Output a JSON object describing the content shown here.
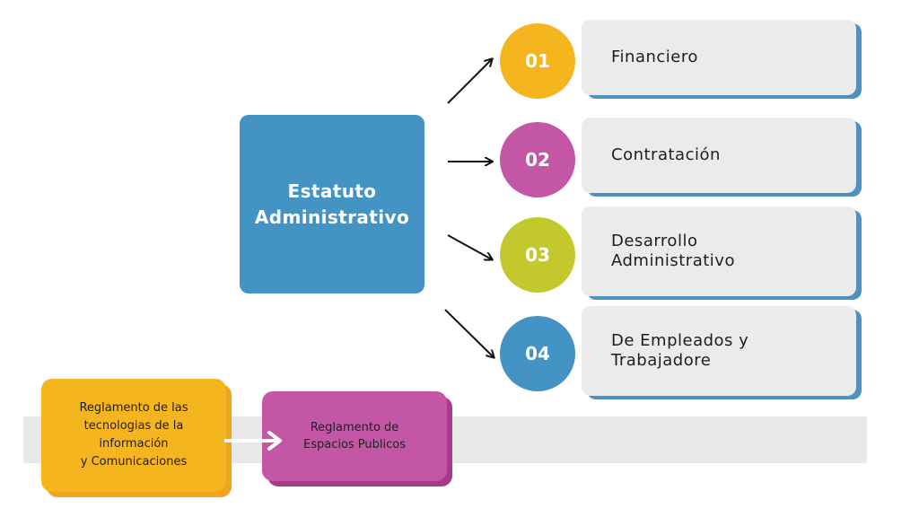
{
  "main": {
    "title": "Estatuto\nAdministrativo"
  },
  "branches": [
    {
      "number": "01",
      "label": "Financiero",
      "color": "#f5b51f"
    },
    {
      "number": "02",
      "label": "Contratación",
      "color": "#c456a6"
    },
    {
      "number": "03",
      "label": "Desarrollo\nAdministrativo",
      "color": "#c3c92d"
    },
    {
      "number": "04",
      "label": "De Empleados y\nTrabajadore",
      "color": "#4394c4"
    }
  ],
  "bottom": {
    "left_box": "Reglamento de las\ntecnologias de la\ninformación\ny Comunicaciones",
    "right_box": "Reglamento de\nEspacios Publicos"
  },
  "colors": {
    "card_bg": "#ebebeb",
    "card_shadow": "#4f92c2",
    "band": "#e9e9e9",
    "arrow": "#111111"
  }
}
